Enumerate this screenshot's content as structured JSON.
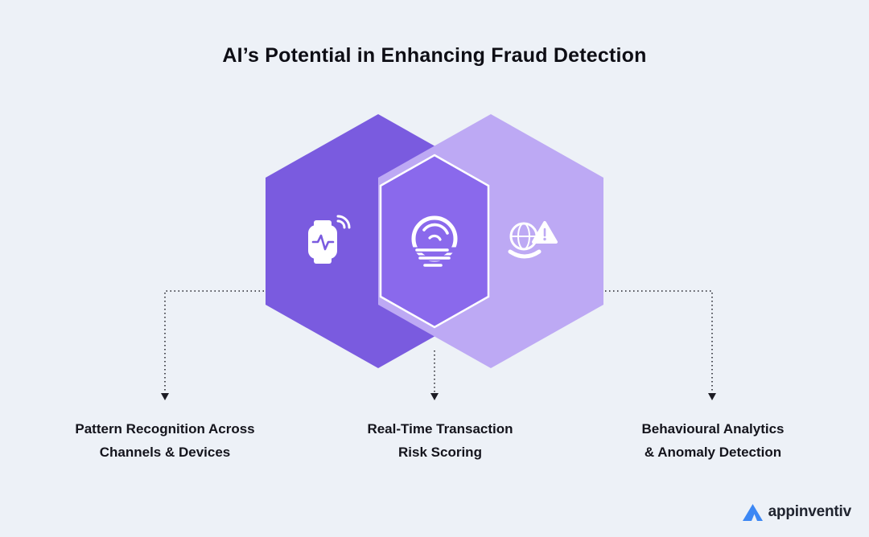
{
  "title": "AI’s Potential in Enhancing Fraud Detection",
  "callouts": [
    {
      "icon": "smartwatch-signal-icon",
      "line1": "Pattern Recognition Across",
      "line2": "Channels & Devices"
    },
    {
      "icon": "fingerprint-scan-icon",
      "line1": "Real-Time Transaction",
      "line2": "Risk Scoring"
    },
    {
      "icon": "globe-anomaly-alert-icon",
      "line1": "Behavioural Analytics",
      "line2": "& Anomaly Detection"
    }
  ],
  "colors": {
    "background": "#edf1f7",
    "hexagon_left": "#7a5bdf",
    "hexagon_right": "#bda9f4",
    "hexagon_center": "#8a69ec",
    "hexagon_center_border": "#ffffff",
    "label_text": "#14141c",
    "connector": "#1c1c24",
    "logo_triangle": "#3c87f4",
    "logo_text": "#20242f"
  },
  "logo": {
    "text": "appinventiv"
  }
}
